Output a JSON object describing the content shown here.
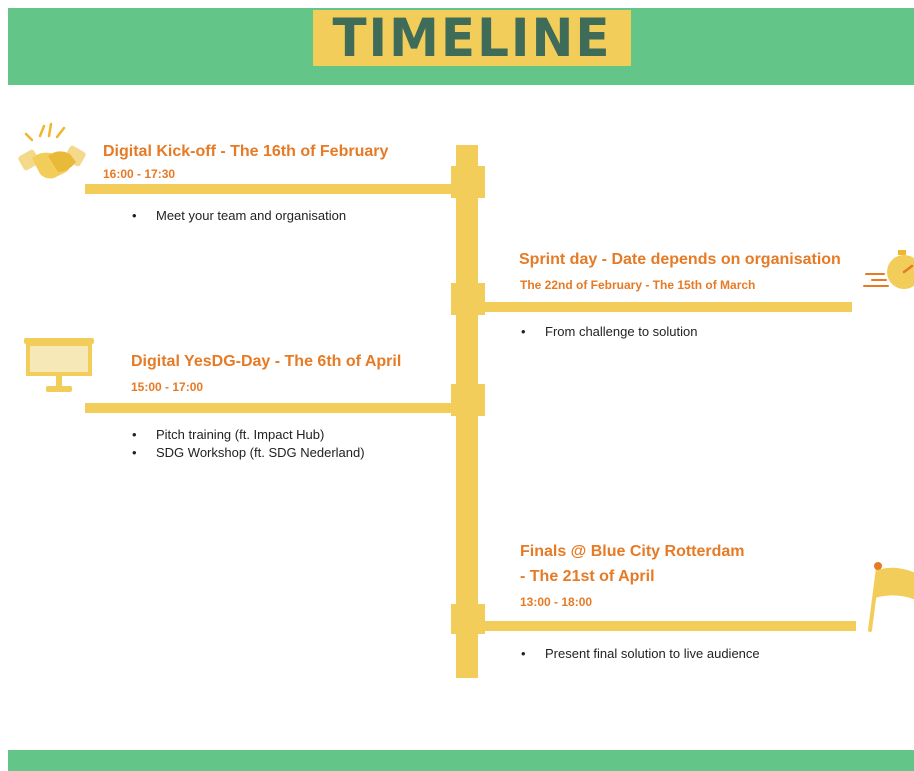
{
  "header": {
    "title": "TIMELINE"
  },
  "colors": {
    "green": "#63c587",
    "yellow": "#f3cd59",
    "orange": "#e67a25",
    "title_text": "#3f6b59"
  },
  "events": [
    {
      "icon": "handshake-icon",
      "title": "Digital Kick-off - The 16th of February",
      "time": "16:00 - 17:30",
      "items": [
        "Meet your team and organisation"
      ]
    },
    {
      "icon": "stopwatch-icon",
      "title": "Sprint day - Date depends on organisation",
      "time": "The 22nd of February - The 15th of March",
      "items": [
        "From challenge to solution"
      ]
    },
    {
      "icon": "presentation-board-icon",
      "title": "Digital YesDG-Day - The 6th of April",
      "time": "15:00 - 17:00",
      "items": [
        "Pitch training (ft. Impact Hub)",
        "SDG Workshop (ft. SDG Nederland)"
      ]
    },
    {
      "icon": "flag-icon",
      "title_line1": "Finals @ Blue City Rotterdam",
      "title_line2": "- The 21st of April",
      "time": "13:00 - 18:00",
      "items": [
        "Present final solution to live audience"
      ]
    }
  ]
}
